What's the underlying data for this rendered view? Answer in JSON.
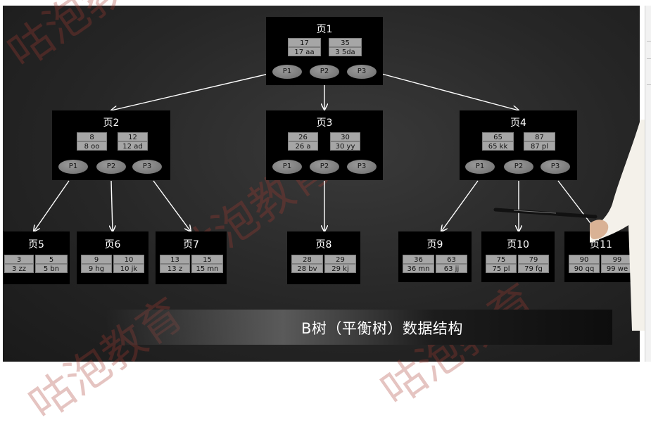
{
  "title": "B树（平衡树）数据结构",
  "watermark": "咕泡教育",
  "colors": {
    "background": "#262626",
    "node": "#000000",
    "cell": "#a6a6a6",
    "pointer": "#8a8a8a",
    "edge": "#ffffff",
    "watermark": "#aa3c32"
  },
  "root": {
    "title": "页1",
    "keys": [
      {
        "key": "17",
        "value": "17 aa"
      },
      {
        "key": "35",
        "value": "3 5da"
      }
    ],
    "pointers": [
      "P1",
      "P2",
      "P3"
    ]
  },
  "level2": [
    {
      "title": "页2",
      "keys": [
        {
          "key": "8",
          "value": "8 oo"
        },
        {
          "key": "12",
          "value": "12 ad"
        }
      ],
      "pointers": [
        "P1",
        "P2",
        "P3"
      ]
    },
    {
      "title": "页3",
      "keys": [
        {
          "key": "26",
          "value": "26 a"
        },
        {
          "key": "30",
          "value": "30 yy"
        }
      ],
      "pointers": [
        "P1",
        "P2",
        "P3"
      ]
    },
    {
      "title": "页4",
      "keys": [
        {
          "key": "65",
          "value": "65 kk"
        },
        {
          "key": "87",
          "value": "87 pl"
        }
      ],
      "pointers": [
        "P1",
        "P2",
        "P3"
      ]
    }
  ],
  "leaves": [
    {
      "title": "页5",
      "keys": [
        {
          "key": "3",
          "value": "3 zz"
        },
        {
          "key": "5",
          "value": "5 bn"
        }
      ]
    },
    {
      "title": "页6",
      "keys": [
        {
          "key": "9",
          "value": "9 hg"
        },
        {
          "key": "10",
          "value": "10 jk"
        }
      ]
    },
    {
      "title": "页7",
      "keys": [
        {
          "key": "13",
          "value": "13 z"
        },
        {
          "key": "15",
          "value": "15 mn"
        }
      ]
    },
    {
      "title": "页8",
      "keys": [
        {
          "key": "28",
          "value": "28 bv"
        },
        {
          "key": "29",
          "value": "29 kj"
        }
      ]
    },
    {
      "title": "页9",
      "keys": [
        {
          "key": "36",
          "value": "36 mn"
        },
        {
          "key": "63",
          "value": "63 jj"
        }
      ]
    },
    {
      "title": "页10",
      "keys": [
        {
          "key": "75",
          "value": "75 pl"
        },
        {
          "key": "79",
          "value": "79 fg"
        }
      ]
    },
    {
      "title": "页11",
      "keys": [
        {
          "key": "90",
          "value": "90 qq"
        },
        {
          "key": "99",
          "value": "99 we"
        }
      ]
    }
  ]
}
